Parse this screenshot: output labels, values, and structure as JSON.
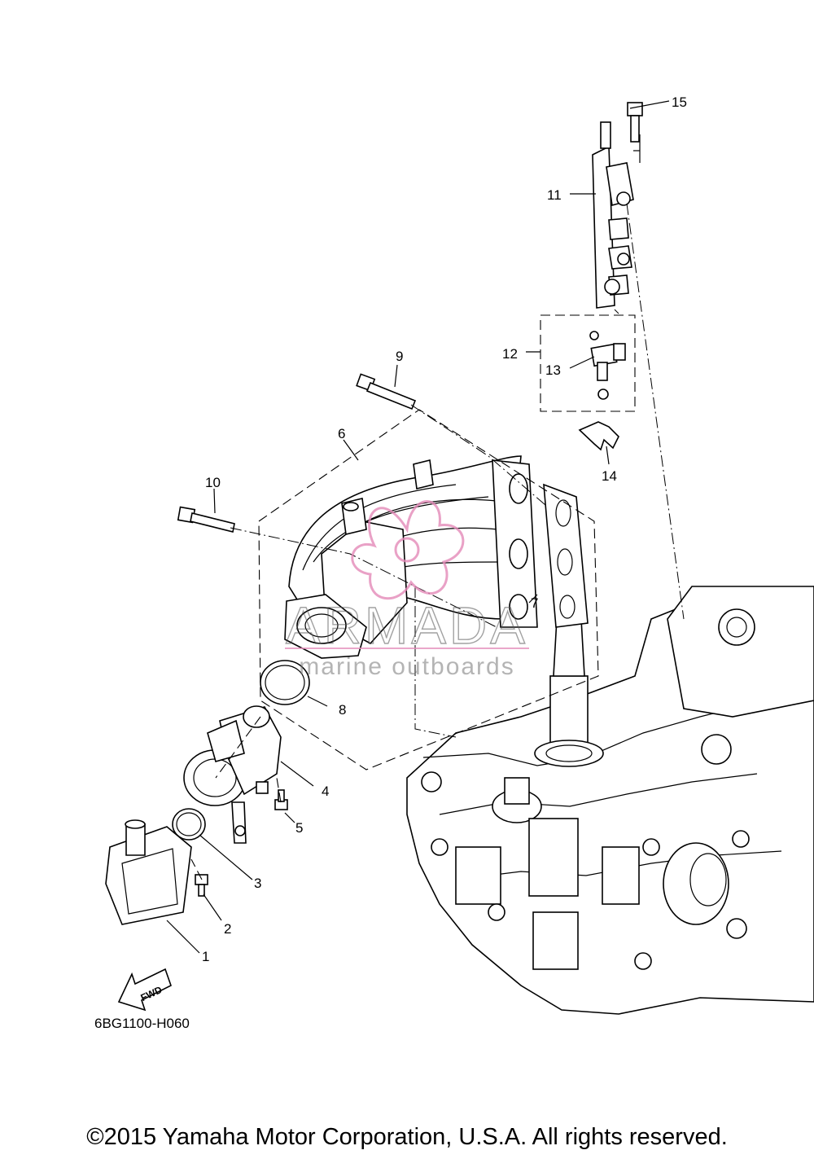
{
  "callouts": [
    "1",
    "2",
    "3",
    "4",
    "5",
    "6",
    "7",
    "8",
    "9",
    "10",
    "11",
    "12",
    "13",
    "14",
    "15"
  ],
  "fwd_label": "FWD",
  "diagram_code": "6BG1100-H060",
  "watermark": {
    "brand": "ARMADA",
    "tagline": "marine outboards",
    "accent": "#e48ab8"
  },
  "copyright": "©2015 Yamaha Motor Corporation, U.S.A. All rights reserved."
}
